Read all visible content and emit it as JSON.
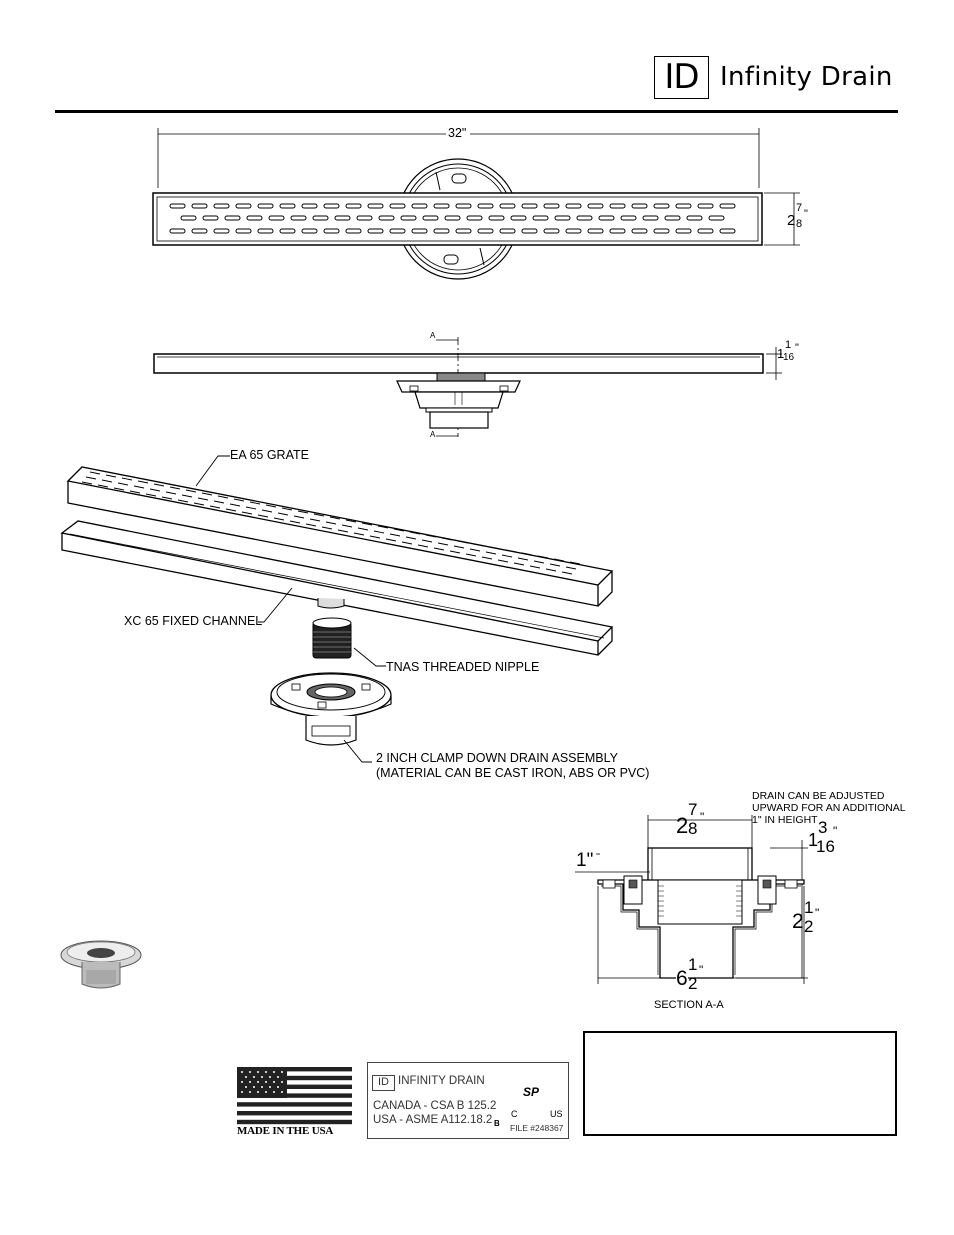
{
  "header": {
    "logo_mark": "ID",
    "brand_name": "Infinity Drain"
  },
  "top_view": {
    "length": "32\"",
    "width_whole": "2",
    "width_num": "7",
    "width_den": "8",
    "width_unit": "\""
  },
  "side_view": {
    "height_whole": "1",
    "height_num": "1",
    "height_den": "16",
    "height_unit": "\"",
    "section_mark": "A"
  },
  "exploded_view": {
    "grate_label": "EA 65 GRATE",
    "channel_label": "XC 65 FIXED CHANNEL",
    "nipple_label": "TNAS THREADED NIPPLE",
    "drain_label_line1": "2 INCH CLAMP DOWN DRAIN ASSEMBLY",
    "drain_label_line2": "(MATERIAL CAN BE CAST IRON, ABS OR PVC)"
  },
  "section_view": {
    "note_line1": "DRAIN CAN BE ADJUSTED",
    "note_line2": "UPWARD FOR AN ADDITIONAL",
    "note_line3": "1\" IN HEIGHT",
    "top_width_whole": "2",
    "top_width_num": "7",
    "top_width_den": "8",
    "adjust_whole": "1",
    "adjust_num": "3",
    "adjust_den": "16",
    "adjust_left": "1\"",
    "body_height_whole": "2",
    "body_height_num": "1",
    "body_height_den": "2",
    "base_width_whole": "6",
    "base_width_num": "1",
    "base_width_den": "2",
    "unit": "\"",
    "caption": "SECTION A-A"
  },
  "certification": {
    "flag_caption": "MADE IN THE USA",
    "card_logo_mark": "ID",
    "card_brand": "INFINITY DRAIN",
    "canada_std": "CANADA - CSA B 125.2",
    "usa_std": "USA - ASME A112.18.2",
    "csa_mark": "SP",
    "csa_c": "C",
    "csa_us": "US",
    "csa_b": "B",
    "file_no": "FILE #248367"
  }
}
